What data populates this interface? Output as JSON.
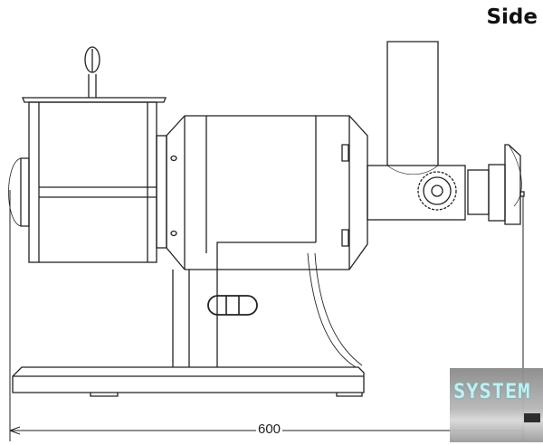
{
  "view_label": "Side",
  "dimension": {
    "width_label": "600"
  },
  "watermark": {
    "text": "SYSTEM"
  },
  "colors": {
    "line": "#222222",
    "watermark_text": "#bfeff4"
  }
}
